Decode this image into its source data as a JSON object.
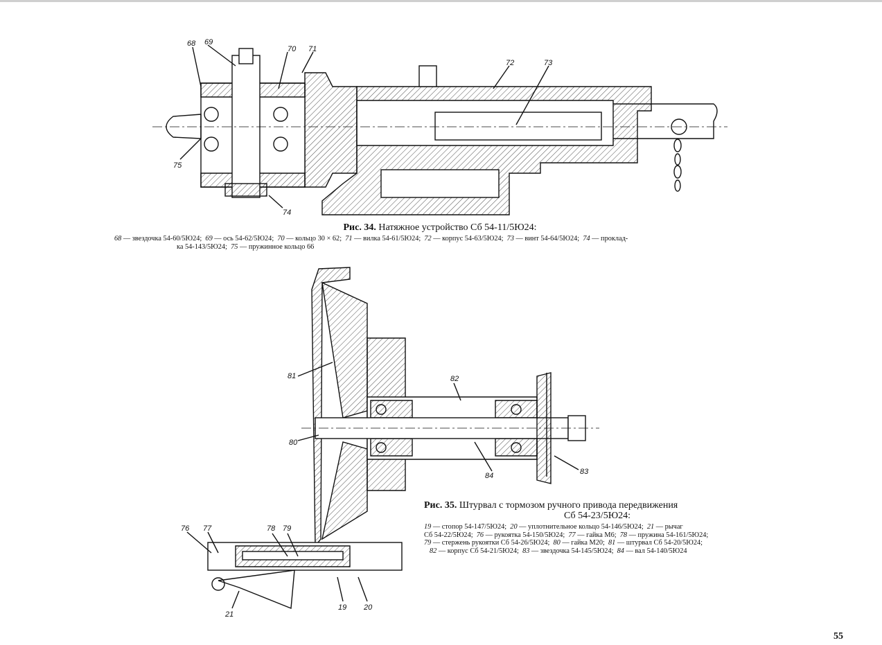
{
  "page_number": "55",
  "fig34": {
    "title_prefix": "Рис. 34.",
    "title_text": " Натяжное устройство Сб 54-11/5Ю24:",
    "legend_line1": [
      {
        "num": "68",
        "text": " — звездочка 54-60/5Ю24;"
      },
      {
        "num": "69",
        "text": " — ось 54-62/5Ю24;"
      },
      {
        "num": "70",
        "text": " — кольцо 30 × 62;"
      },
      {
        "num": "71",
        "text": " — вилка 54-61/5Ю24;"
      },
      {
        "num": "72",
        "text": " — корпус 54-63/5Ю24;"
      },
      {
        "num": "73",
        "text": " — винт 54-64/5Ю24;"
      },
      {
        "num": "74",
        "text": " — проклад-"
      }
    ],
    "legend_line2_prefix": "ка 54-143/5Ю24;",
    "legend_line2": [
      {
        "num": "75",
        "text": " — пружинное кольцо 66"
      }
    ],
    "labels": [
      "68",
      "69",
      "70",
      "71",
      "72",
      "73",
      "74",
      "75"
    ]
  },
  "fig35": {
    "title_prefix": "Рис. 35.",
    "title_text": " Штурвал с тормозом ручного привода передвижения",
    "title_line2": "Сб 54-23/5Ю24:",
    "legend_lines": [
      [
        {
          "num": "19",
          "text": " — стопор 54-147/5Ю24;"
        },
        {
          "num": "20",
          "text": " — уплотнительное кольцо 54-146/5Ю24;"
        },
        {
          "num": "21",
          "text": " — рычаг"
        }
      ],
      [
        {
          "num": "",
          "text": "Сб 54-22/5Ю24;"
        },
        {
          "num": "76",
          "text": " — рукоятка 54-150/5Ю24;"
        },
        {
          "num": "77",
          "text": " — гайка М6;"
        },
        {
          "num": "78",
          "text": " — пружина 54-161/5Ю24;"
        }
      ],
      [
        {
          "num": "79",
          "text": " — стержень рукоятки Сб 54-26/5Ю24;"
        },
        {
          "num": "80",
          "text": " — гайка М20;"
        },
        {
          "num": "81",
          "text": " — штурвал Сб 54-20/5Ю24;"
        }
      ],
      [
        {
          "num": "82",
          "text": " — корпус Сб 54-21/5Ю24;"
        },
        {
          "num": "83",
          "text": " — звездочка 54-145/5Ю24;"
        },
        {
          "num": "84",
          "text": " — вал 54-140/5Ю24"
        }
      ]
    ],
    "labels": [
      "81",
      "82",
      "80",
      "84",
      "83",
      "76",
      "77",
      "78",
      "79",
      "21",
      "19",
      "20"
    ]
  }
}
